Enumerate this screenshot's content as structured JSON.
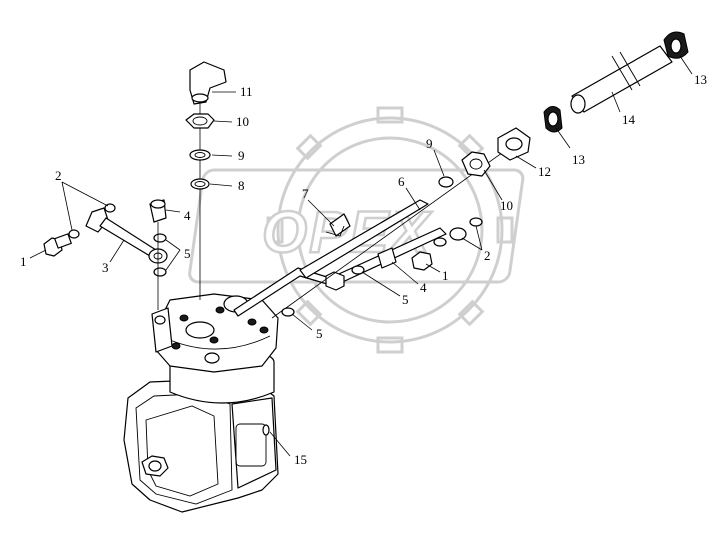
{
  "watermark": {
    "text": "OPEX"
  },
  "callouts": [
    {
      "id": "c1a",
      "text": "1"
    },
    {
      "id": "c2a",
      "text": "2"
    },
    {
      "id": "c3",
      "text": "3"
    },
    {
      "id": "c4a",
      "text": "4"
    },
    {
      "id": "c5a",
      "text": "5"
    },
    {
      "id": "c8",
      "text": "8"
    },
    {
      "id": "c9a",
      "text": "9"
    },
    {
      "id": "c10a",
      "text": "10"
    },
    {
      "id": "c11",
      "text": "11"
    },
    {
      "id": "c7",
      "text": "7"
    },
    {
      "id": "c6",
      "text": "6"
    },
    {
      "id": "c9b",
      "text": "9"
    },
    {
      "id": "c10b",
      "text": "10"
    },
    {
      "id": "c12",
      "text": "12"
    },
    {
      "id": "c13a",
      "text": "13"
    },
    {
      "id": "c13b",
      "text": "13"
    },
    {
      "id": "c14",
      "text": "14"
    },
    {
      "id": "c2b",
      "text": "2"
    },
    {
      "id": "c1b",
      "text": "1"
    },
    {
      "id": "c4b",
      "text": "4"
    },
    {
      "id": "c5b",
      "text": "5"
    },
    {
      "id": "c5c",
      "text": "5"
    },
    {
      "id": "c15",
      "text": "15"
    }
  ]
}
